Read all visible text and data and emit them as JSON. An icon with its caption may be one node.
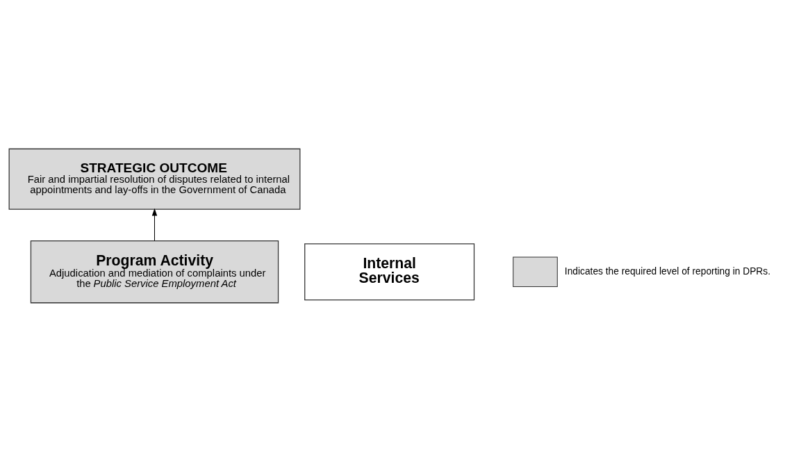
{
  "diagram": {
    "nodes": [
      {
        "text": [
          "STRATEGIC OUTCOME",
          "Fair and impartial resolution of disputes related to internal appointments and lay-offs in the Government of Canada"
        ]
      },
      {
        "text": [
          "Program Activity",
          "Adjudication and mediation of complaints under the *Public Service Employment Act*"
        ]
      },
      {
        "text": [
          "Internal Services"
        ]
      }
    ],
    "edges": [
      {
        "from": 1,
        "to": 0,
        "arrow": "to"
      }
    ],
    "legend": [
      {
        "text": "Indicates the required level of reporting in DPRs.",
        "color": "#d9d9d9"
      }
    ]
  }
}
